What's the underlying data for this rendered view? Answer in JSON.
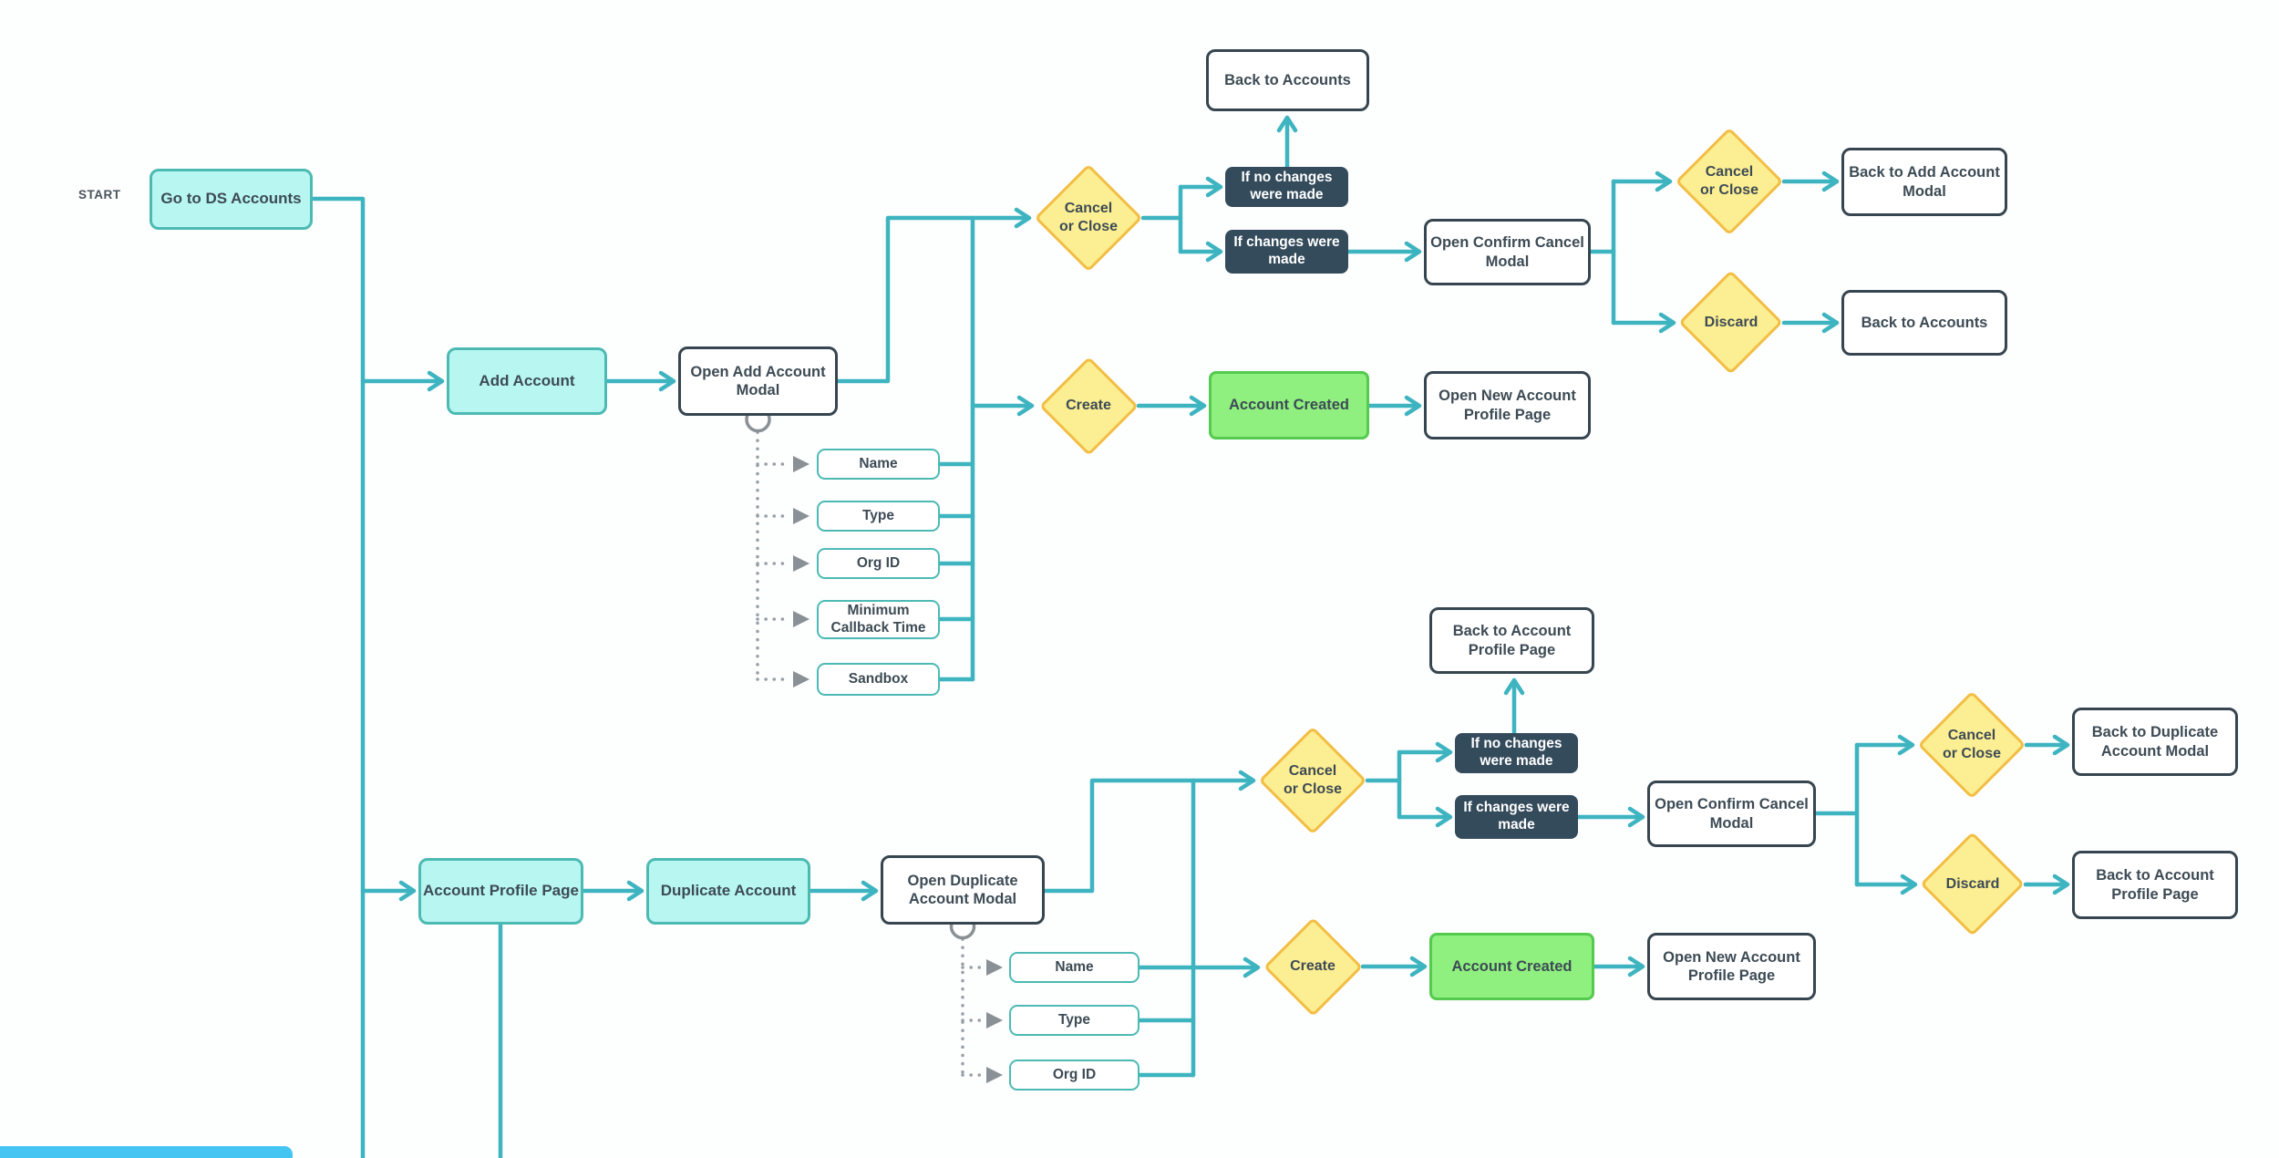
{
  "diagram": {
    "start_label": "START",
    "colors": {
      "connector_teal": "#3DB4C0",
      "node_fill_cyan": "#B8F6F1",
      "node_border_cyan": "#4CBAB3",
      "diamond_fill": "#FCEE92",
      "diamond_border": "#F2BE45",
      "navy_fill": "#344B5C",
      "green_fill": "#8FEF7F",
      "green_border": "#54CA4E",
      "outline_dark": "#36454F",
      "dotted_gray": "#97A0A6",
      "partial_node_blue": "#45C6F2"
    },
    "add_account_flow": {
      "go_to_ds_accounts": "Go to DS Accounts",
      "add_account": "Add Account",
      "open_add_account_modal": "Open Add Account\nModal",
      "modal_fields": [
        "Name",
        "Type",
        "Org ID",
        "Minimum\nCallback Time",
        "Sandbox"
      ],
      "cancel_or_close": "Cancel\nor Close",
      "create": "Create",
      "if_no_changes_were_made": "If no changes\nwere made",
      "if_changes_were_made": "If changes were\nmade",
      "back_to_accounts": "Back to Accounts",
      "open_confirm_cancel_modal": "Open Confirm Cancel\nModal",
      "confirm_cancel_or_close": "Cancel\nor Close",
      "back_to_add_account_modal": "Back to Add Account\nModal",
      "discard": "Discard",
      "discard_back_to_accounts": "Back to Accounts",
      "account_created": "Account Created",
      "open_new_account_profile_page": "Open New Account\nProfile Page"
    },
    "duplicate_account_flow": {
      "account_profile_page": "Account Profile Page",
      "duplicate_account": "Duplicate Account",
      "open_duplicate_account_modal": "Open Duplicate\nAccount Modal",
      "modal_fields": [
        "Name",
        "Type",
        "Org ID"
      ],
      "cancel_or_close": "Cancel\nor Close",
      "create": "Create",
      "if_no_changes_were_made": "If no changes\nwere made",
      "if_changes_were_made": "If changes were\nmade",
      "back_to_account_profile_page": "Back to Account\nProfile Page",
      "open_confirm_cancel_modal": "Open Confirm Cancel\nModal",
      "confirm_cancel_or_close": "Cancel\nor Close",
      "back_to_duplicate_account_modal": "Back to Duplicate\nAccount Modal",
      "discard": "Discard",
      "discard_back_to_account_profile_page": "Back to Account\nProfile Page",
      "account_created": "Account Created",
      "open_new_account_profile_page": "Open New Account\nProfile Page"
    }
  }
}
